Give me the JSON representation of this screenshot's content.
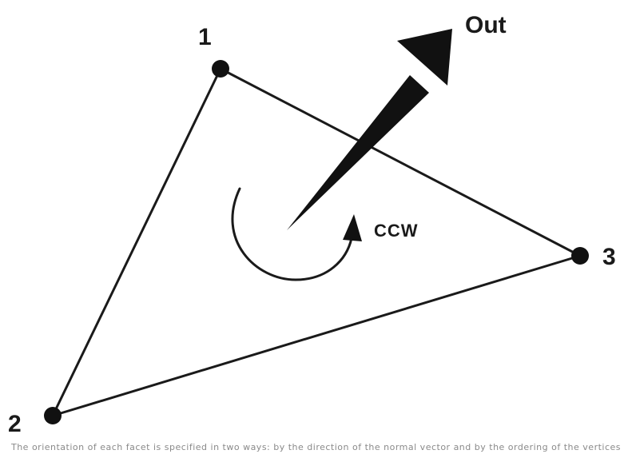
{
  "diagram": {
    "vertices": [
      {
        "id": "1",
        "label": "1"
      },
      {
        "id": "2",
        "label": "2"
      },
      {
        "id": "3",
        "label": "3"
      }
    ],
    "normal_label": "Out",
    "rotation_label": "CCW"
  },
  "caption": "The orientation of each facet is specified in two ways: by the direction of the normal vector and by the ordering of the vertices",
  "colors": {
    "ink": "#1a1a1a",
    "caption": "#8a8a8a",
    "background": "#ffffff"
  }
}
